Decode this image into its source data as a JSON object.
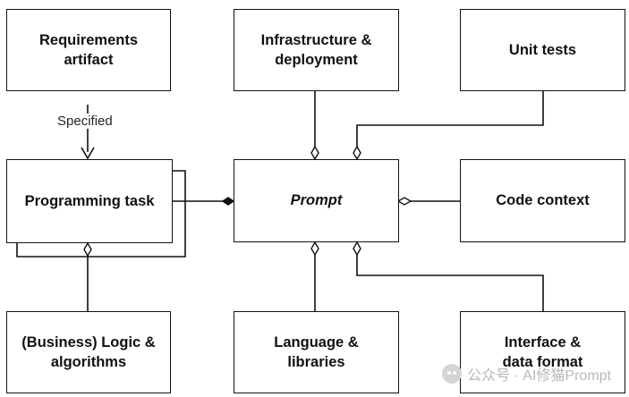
{
  "nodes": {
    "requirements": "Requirements\nartifact",
    "infrastructure": "Infrastructure &\ndeployment",
    "unit_tests": "Unit tests",
    "programming_task": "Programming task",
    "prompt": "Prompt",
    "code_context": "Code context",
    "logic": "(Business) Logic &\nalgorithms",
    "language": "Language &\nlibraries",
    "interface": "Interface &\ndata format"
  },
  "edges": {
    "specified_label": "Specified"
  },
  "watermark": "公众号 · AI修猫Prompt",
  "colors": {
    "line": "#111111",
    "background": "#ffffff",
    "watermark": "#b8b8b8"
  }
}
